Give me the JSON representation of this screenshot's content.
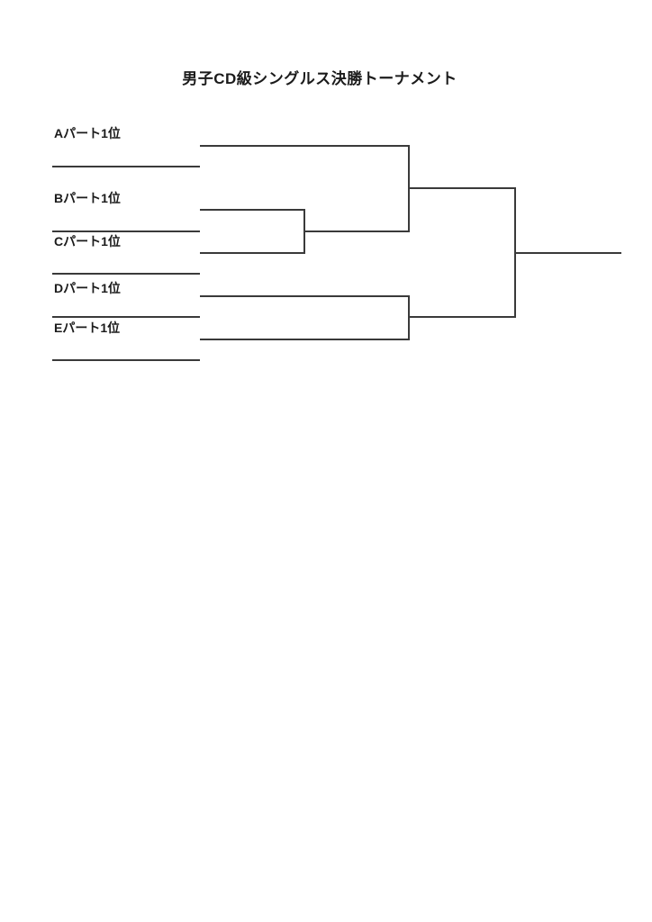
{
  "title": "男子CD級シングルス決勝トーナメント",
  "bracket": {
    "entries": [
      {
        "id": "A",
        "label": "Aパート1位"
      },
      {
        "id": "B",
        "label": "Bパート1位"
      },
      {
        "id": "C",
        "label": "Cパート1位"
      },
      {
        "id": "D",
        "label": "Dパート1位"
      },
      {
        "id": "E",
        "label": "Eパート1位"
      }
    ],
    "blank_seed_lines": 5,
    "rounds": 3,
    "colors": {
      "line": "#3a3a3a",
      "text": "#1b1b1b",
      "background": "#ffffff"
    }
  }
}
